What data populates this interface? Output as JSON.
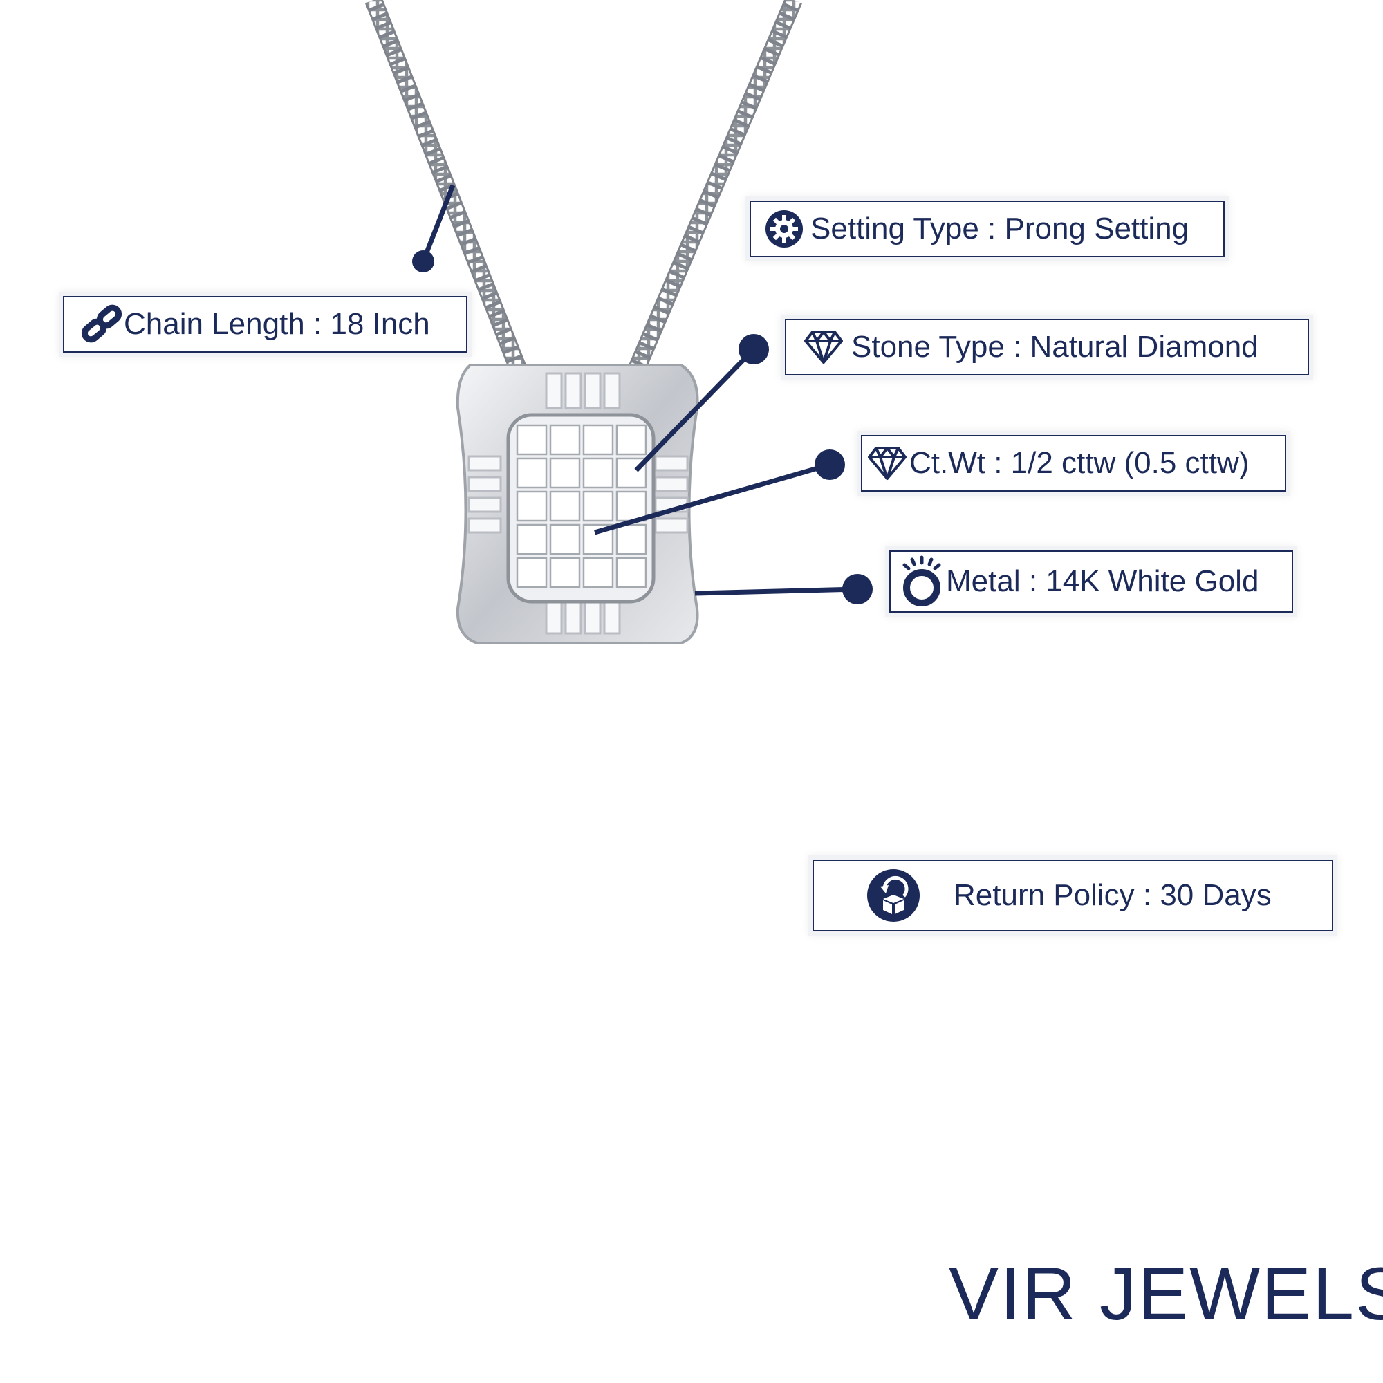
{
  "labels": {
    "chain_length": "Chain Length : 18 Inch",
    "setting_type": "Setting Type : Prong Setting",
    "stone_type": "Stone Type : Natural Diamond",
    "ct_wt": "Ct.Wt : 1/2 cttw (0.5 cttw)",
    "metal": "Metal : 14K White Gold",
    "return_policy": "Return Policy : 30 Days"
  },
  "logo": {
    "text": "VIR JEWELS",
    "mark": "®"
  },
  "icons": {
    "chain_length": "chain-link-icon",
    "setting_type": "gear-icon",
    "stone_type": "diamond-icon",
    "ct_wt": "diamond-icon",
    "metal": "ring-icon",
    "return_policy": "return-box-icon"
  },
  "colors": {
    "accent": "#1c2a5a",
    "metal": "#c9ccd1",
    "background": "#ffffff"
  }
}
